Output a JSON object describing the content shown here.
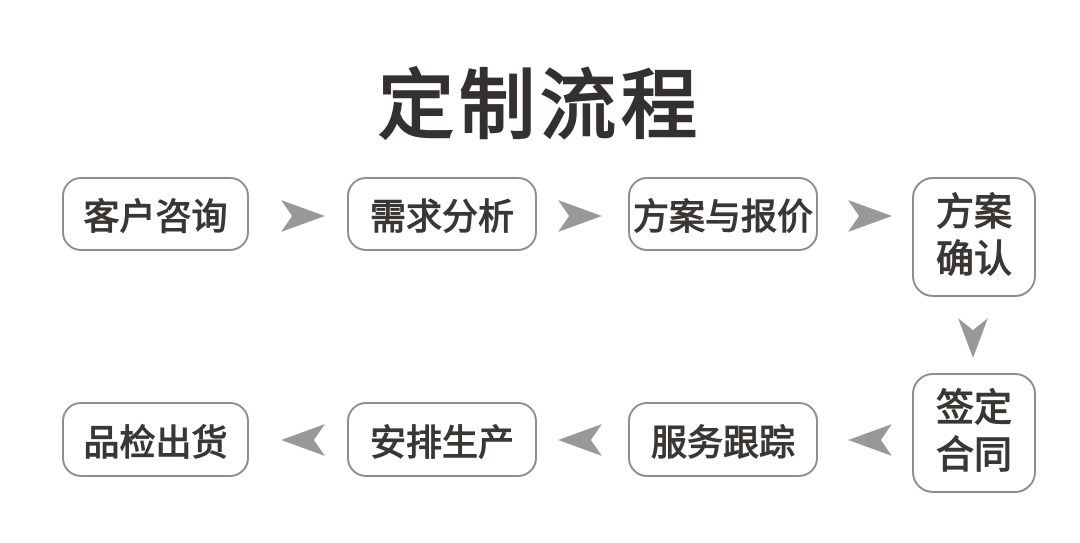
{
  "title": "定制流程",
  "colors": {
    "background": "#ffffff",
    "title_text": "#343030",
    "box_text": "#3a3633",
    "box_border": "#8d8d8d",
    "arrow": "#989898"
  },
  "flow": {
    "step1": {
      "label": "客户咨询"
    },
    "step2": {
      "label": "需求分析"
    },
    "step3": {
      "label": "方案与报价"
    },
    "step4": {
      "line1": "方案",
      "line2": "确认"
    },
    "step5": {
      "line1": "签定",
      "line2": "合同"
    },
    "step6": {
      "label": "服务跟踪"
    },
    "step7": {
      "label": "安排生产"
    },
    "step8": {
      "label": "品检出货"
    }
  }
}
